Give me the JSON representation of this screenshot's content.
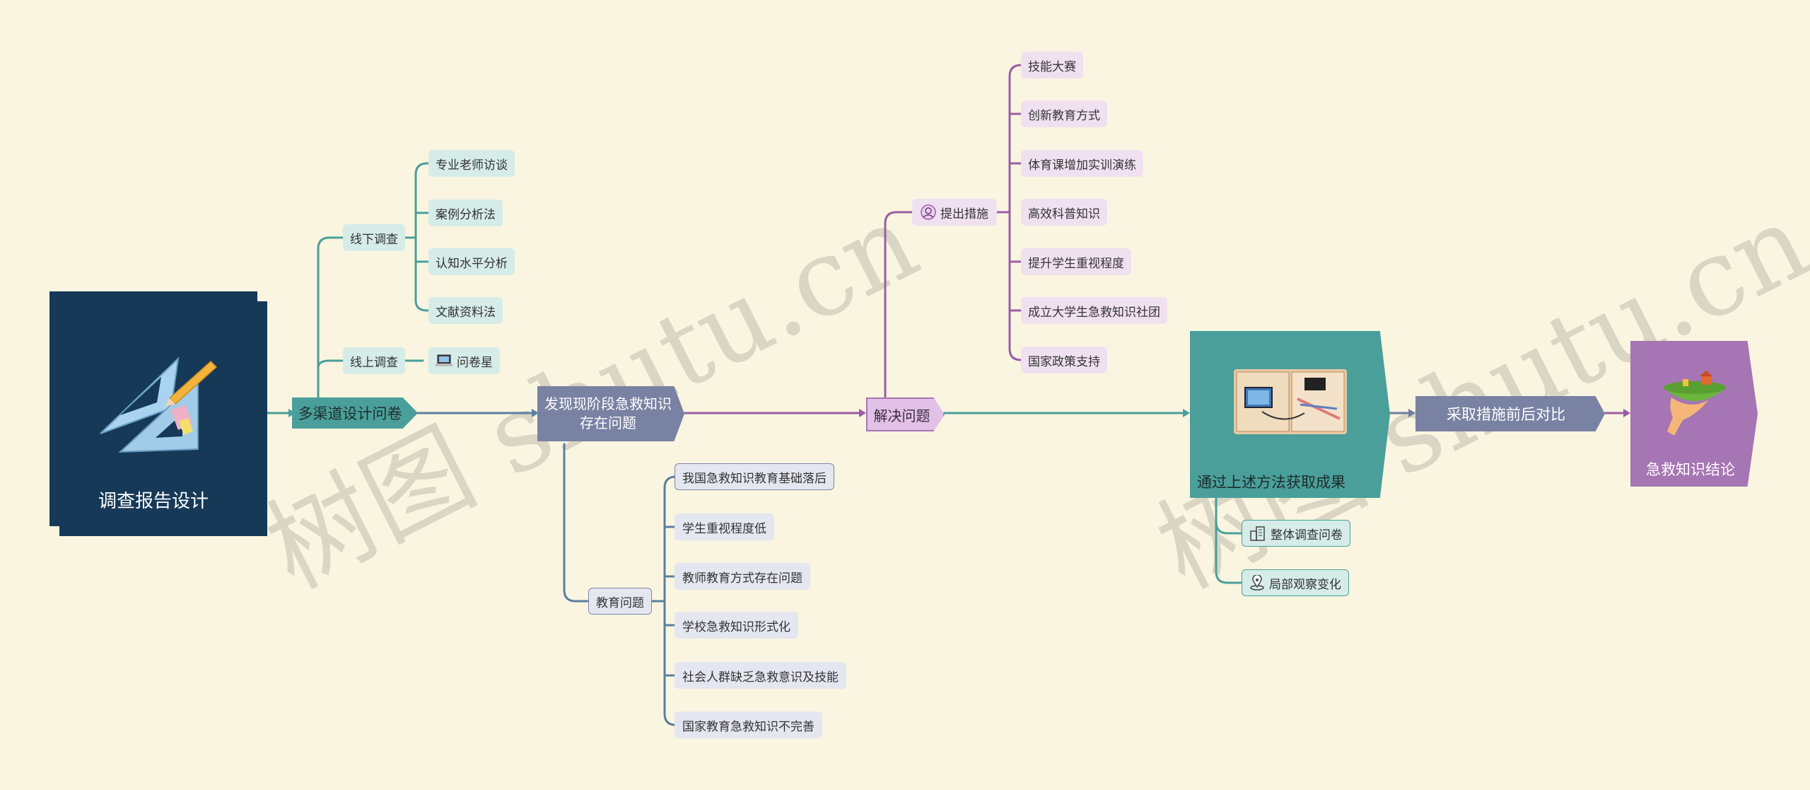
{
  "root": {
    "label": "调查报告设计"
  },
  "watermark": "树图 shutu.cn",
  "main_chain": [
    {
      "id": "multi",
      "label": "多渠道设计问卷"
    },
    {
      "id": "find",
      "label": "发现现阶段急救知识存在问题"
    },
    {
      "id": "solve",
      "label": "解决问题"
    },
    {
      "id": "result",
      "label": "通过上述方法获取成果"
    },
    {
      "id": "compare",
      "label": "采取措施前后对比"
    },
    {
      "id": "conclusion",
      "label": "急救知识结论"
    }
  ],
  "offline": {
    "label": "线下调查",
    "children": [
      "专业老师访谈",
      "案例分析法",
      "认知水平分析",
      "文献资料法"
    ]
  },
  "online": {
    "label": "线上调查",
    "children": [
      "问卷星"
    ]
  },
  "education": {
    "label": "教育问题",
    "children": [
      "我国急救知识教育基础落后",
      "学生重视程度低",
      "教师教育方式存在问题",
      "学校急救知识形式化",
      "社会人群缺乏急救意识及技能",
      "国家教育急救知识不完善"
    ]
  },
  "measures": {
    "label": "提出措施",
    "children": [
      "技能大赛",
      "创新教育方式",
      "体育课增加实训演练",
      "高效科普知识",
      "提升学生重视程度",
      "成立大学生急救知识社团",
      "国家政策支持"
    ]
  },
  "results": {
    "children": [
      "整体调查问卷",
      "局部观察变化"
    ]
  },
  "colors": {
    "background": "#faf5e0",
    "root": "#163958",
    "teal": "#4a9f9a",
    "slate": "#7982a2",
    "purple": "#a675b3",
    "pink": "#e1c1e6"
  }
}
